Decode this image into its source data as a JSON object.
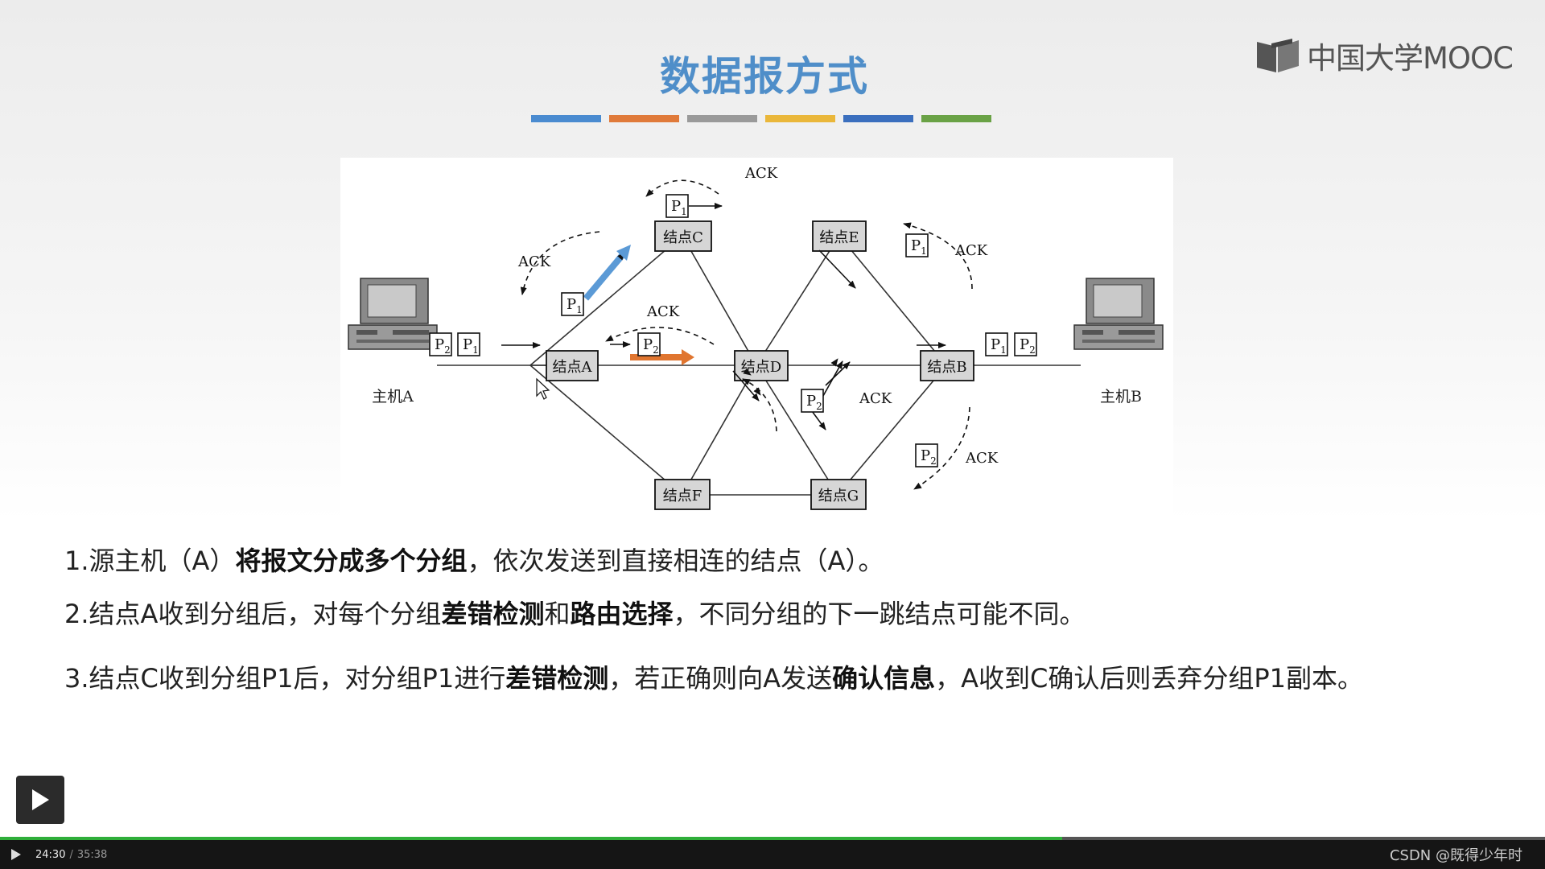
{
  "slide": {
    "title": "数据报方式",
    "title_color": "#4f8ec9",
    "color_bar": [
      "#4a8bd0",
      "#e07a3a",
      "#9a9a9a",
      "#eab73a",
      "#3b6fbe",
      "#6aa246"
    ],
    "logo_text": "中国大学MOOC",
    "bullets": [
      [
        {
          "t": "1.源主机（A）",
          "b": false
        },
        {
          "t": "将报文分成多个分组",
          "b": true
        },
        {
          "t": "，依次发送到直接相连的结点（A）。",
          "b": false
        }
      ],
      [
        {
          "t": "2.结点A收到分组后，对每个分组",
          "b": false
        },
        {
          "t": "差错检测",
          "b": true
        },
        {
          "t": "和",
          "b": false
        },
        {
          "t": "路由选择",
          "b": true
        },
        {
          "t": "，不同分组的下一跳结点可能不同。",
          "b": false
        }
      ],
      [
        {
          "t": "3.结点C收到分组P1后，对分组P1进行",
          "b": false
        },
        {
          "t": "差错检测",
          "b": true
        },
        {
          "t": "，若正确则向A发送",
          "b": false
        },
        {
          "t": "确认信息",
          "b": true
        },
        {
          "t": "，A收到C确认后则丢弃分组P1副本。",
          "b": false
        }
      ]
    ]
  },
  "diagram": {
    "hosts": {
      "a": "主机A",
      "b": "主机B"
    },
    "nodes": {
      "A": "结点A",
      "B": "结点B",
      "C": "结点C",
      "D": "结点D",
      "E": "结点E",
      "F": "结点F",
      "G": "结点G"
    },
    "ack_label": "ACK",
    "packet_letter": "P",
    "packet_sub_1": "1",
    "packet_sub_2": "2",
    "highlight_blue": "#5b9ad6",
    "highlight_orange": "#e0752f"
  },
  "player": {
    "current_time": "24:30",
    "separator": "/",
    "duration": "35:38",
    "progress": 0.6875,
    "progress_color": "#2fae3a",
    "watermark": "CSDN @既得少年时"
  }
}
